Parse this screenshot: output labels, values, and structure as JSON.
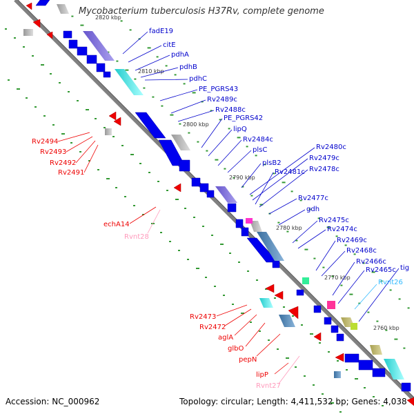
{
  "title": "Mycobacterium tuberculosis H37Rv, complete genome",
  "accession": "Accession: NC_000962",
  "topology": "Topology: circular; Length: 4,411,532 bp; Genes: 4,038",
  "colors": {
    "backbone": "#808080",
    "forward_gene": "#0000ee",
    "reverse_gene": "#ee0000",
    "rna_label": "#ff99bb",
    "trna_label": "#33bbff",
    "tick": "#339933"
  },
  "scale_labels": [
    "2820 kbp",
    "2810 kbp",
    "2800 kbp",
    "2790 kbp",
    "2780 kbp",
    "2770 kbp",
    "2760 kbp"
  ],
  "labels_right": [
    {
      "text": "fadE19",
      "color": "#0000cc"
    },
    {
      "text": "citE",
      "color": "#0000cc"
    },
    {
      "text": "pdhA",
      "color": "#0000cc"
    },
    {
      "text": "pdhB",
      "color": "#0000cc"
    },
    {
      "text": "pdhC",
      "color": "#0000cc"
    },
    {
      "text": "PE_PGRS43",
      "color": "#0000cc"
    },
    {
      "text": "Rv2489c",
      "color": "#0000cc"
    },
    {
      "text": "Rv2488c",
      "color": "#0000cc"
    },
    {
      "text": "PE_PGRS42",
      "color": "#0000cc"
    },
    {
      "text": "lipQ",
      "color": "#0000cc"
    },
    {
      "text": "Rv2484c",
      "color": "#0000cc"
    },
    {
      "text": "plsC",
      "color": "#0000cc"
    },
    {
      "text": "plsB2",
      "color": "#0000cc"
    },
    {
      "text": "Rv2480c",
      "color": "#0000cc"
    },
    {
      "text": "Rv2479c",
      "color": "#0000cc"
    },
    {
      "text": "Rv2481c",
      "color": "#0000cc"
    },
    {
      "text": "Rv2478c",
      "color": "#0000cc"
    },
    {
      "text": "Rv2477c",
      "color": "#0000cc"
    },
    {
      "text": "gdh",
      "color": "#0000cc"
    },
    {
      "text": "Rv2475c",
      "color": "#0000cc"
    },
    {
      "text": "Rv2474c",
      "color": "#0000cc"
    },
    {
      "text": "Rv2469c",
      "color": "#0000cc"
    },
    {
      "text": "Rv2468c",
      "color": "#0000cc"
    },
    {
      "text": "Rv2466c",
      "color": "#0000cc"
    },
    {
      "text": "Rv2465c",
      "color": "#0000cc"
    },
    {
      "text": "tig",
      "color": "#0000cc"
    },
    {
      "text": "Rvnt26",
      "color": "#33bbff"
    }
  ],
  "labels_left": [
    {
      "text": "Rv2494",
      "color": "#ee0000"
    },
    {
      "text": "Rv2493",
      "color": "#ee0000"
    },
    {
      "text": "Rv2492",
      "color": "#ee0000"
    },
    {
      "text": "Rv2491",
      "color": "#ee0000"
    },
    {
      "text": "echA14",
      "color": "#ee0000"
    },
    {
      "text": "Rvnt28",
      "color": "#ff99bb"
    },
    {
      "text": "Rv2473",
      "color": "#ee0000"
    },
    {
      "text": "Rv2472",
      "color": "#ee0000"
    },
    {
      "text": "aglA",
      "color": "#ee0000"
    },
    {
      "text": "glbO",
      "color": "#ee0000"
    },
    {
      "text": "pepN",
      "color": "#ee0000"
    },
    {
      "text": "lipP",
      "color": "#ee0000"
    },
    {
      "text": "Rvnt27",
      "color": "#ff99bb"
    }
  ]
}
